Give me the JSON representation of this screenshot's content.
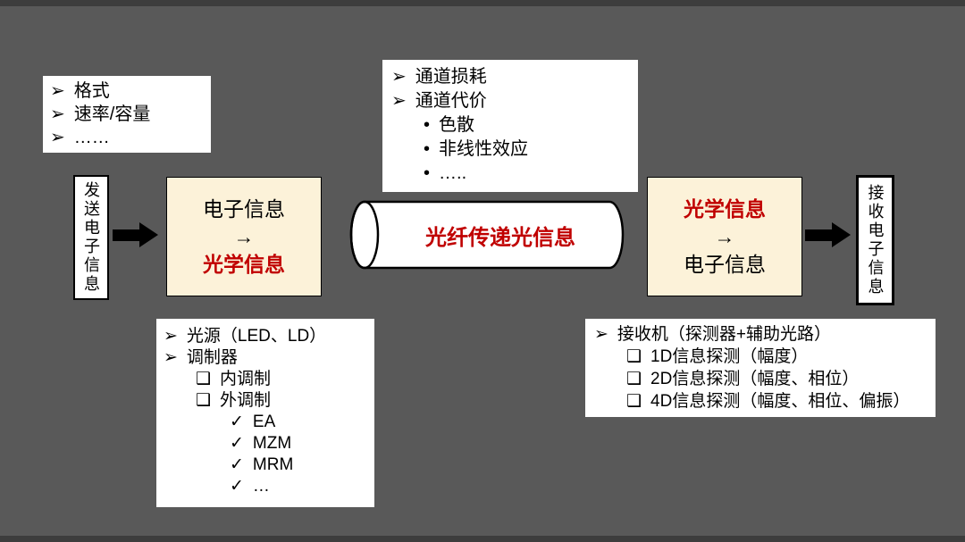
{
  "colors": {
    "background": "#595959",
    "note_bg": "#ffffff",
    "converter_bg": "#fcf2d9",
    "accent_red": "#c00000",
    "text": "#000000"
  },
  "notes": {
    "format": {
      "items": [
        {
          "bullet": "➢",
          "text": "格式"
        },
        {
          "bullet": "➢",
          "text": "速率/容量"
        },
        {
          "bullet": "➢",
          "text": "……"
        }
      ]
    },
    "channel": {
      "items": [
        {
          "bullet": "➢",
          "text": "通道损耗"
        },
        {
          "bullet": "➢",
          "text": "通道代价"
        },
        {
          "bullet": "•",
          "text": "色散"
        },
        {
          "bullet": "•",
          "text": "非线性效应"
        },
        {
          "bullet": "•",
          "text": "….."
        }
      ]
    },
    "transmitter": {
      "items": [
        {
          "bullet": "➢",
          "text": "光源（LED、LD）"
        },
        {
          "bullet": "➢",
          "text": "调制器"
        },
        {
          "bullet": "❑",
          "text": "内调制"
        },
        {
          "bullet": "❑",
          "text": "外调制"
        },
        {
          "bullet": "✓",
          "text": "EA"
        },
        {
          "bullet": "✓",
          "text": "MZM"
        },
        {
          "bullet": "✓",
          "text": "MRM"
        },
        {
          "bullet": "✓",
          "text": "…"
        }
      ]
    },
    "receiver": {
      "items": [
        {
          "bullet": "➢",
          "text": "接收机（探测器+辅助光路）"
        },
        {
          "bullet": "❑",
          "text": "1D信息探测（幅度）"
        },
        {
          "bullet": "❑",
          "text": "2D信息探测（幅度、相位）"
        },
        {
          "bullet": "❑",
          "text": "4D信息探测（幅度、相位、偏振）"
        }
      ]
    }
  },
  "flow": {
    "send_label": "发送电子信息",
    "receive_label": "接收电子信息",
    "tx_box": {
      "top": "电子信息",
      "arrow": "→",
      "bottom": "光学信息"
    },
    "rx_box": {
      "top": "光学信息",
      "arrow": "→",
      "bottom": "电子信息"
    },
    "fiber_label": "光纤传递光信息"
  }
}
